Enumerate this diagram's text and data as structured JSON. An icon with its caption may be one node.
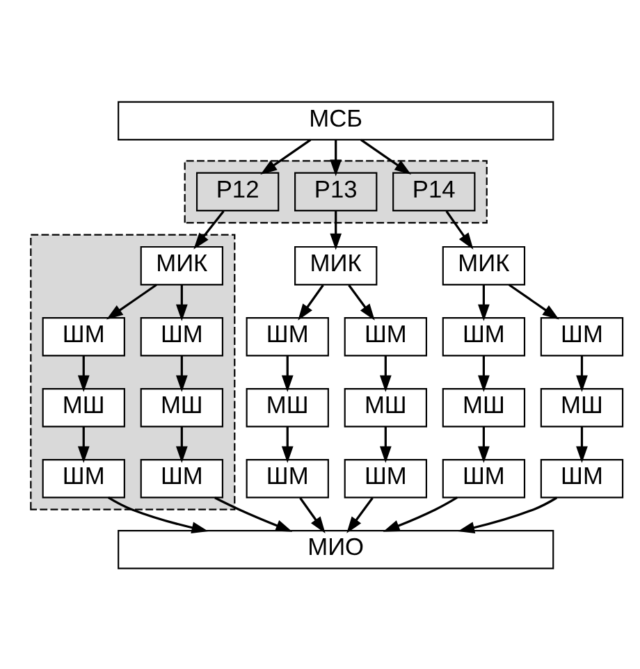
{
  "diagram": {
    "nodes": [
      {
        "text": [
          "МСБ"
        ]
      },
      {
        "text": [],
        "shape": "box"
      },
      {
        "text": [
          "Р12"
        ],
        "in": 1
      },
      {
        "text": [
          "Р13"
        ],
        "in": 1
      },
      {
        "text": [
          "Р14"
        ],
        "in": 1
      },
      {
        "text": [],
        "shape": "box"
      },
      {
        "text": [
          "МИК"
        ],
        "in": 5
      },
      {
        "text": [
          "ШМ"
        ],
        "in": 5
      },
      {
        "text": [
          "ШМ"
        ],
        "in": 5
      },
      {
        "text": [
          "МШ"
        ],
        "in": 5
      },
      {
        "text": [
          "МШ"
        ],
        "in": 5
      },
      {
        "text": [
          "ШМ"
        ],
        "in": 5
      },
      {
        "text": [
          "ШМ"
        ],
        "in": 5
      },
      {
        "text": [
          "МИК"
        ]
      },
      {
        "text": [
          "ШМ"
        ]
      },
      {
        "text": [
          "ШМ"
        ]
      },
      {
        "text": [
          "МШ"
        ]
      },
      {
        "text": [
          "МШ"
        ]
      },
      {
        "text": [
          "ШМ"
        ]
      },
      {
        "text": [
          "ШМ"
        ]
      },
      {
        "text": [
          "МИК"
        ]
      },
      {
        "text": [
          "ШМ"
        ]
      },
      {
        "text": [
          "ШМ"
        ]
      },
      {
        "text": [
          "МШ"
        ]
      },
      {
        "text": [
          "МШ"
        ]
      },
      {
        "text": [
          "ШМ"
        ]
      },
      {
        "text": [
          "ШМ"
        ]
      },
      {
        "text": [
          "МИО"
        ]
      }
    ],
    "edges": [
      {
        "from": 0,
        "to": 2,
        "arrow": "to"
      },
      {
        "from": 0,
        "to": 3,
        "arrow": "to"
      },
      {
        "from": 0,
        "to": 4,
        "arrow": "to"
      },
      {
        "from": 2,
        "to": 6,
        "arrow": "to"
      },
      {
        "from": 3,
        "to": 13,
        "arrow": "to"
      },
      {
        "from": 4,
        "to": 20,
        "arrow": "to"
      },
      {
        "from": 6,
        "to": 7,
        "arrow": "to"
      },
      {
        "from": 6,
        "to": 8,
        "arrow": "to"
      },
      {
        "from": 7,
        "to": 9,
        "arrow": "to"
      },
      {
        "from": 8,
        "to": 10,
        "arrow": "to"
      },
      {
        "from": 9,
        "to": 11,
        "arrow": "to"
      },
      {
        "from": 10,
        "to": 12,
        "arrow": "to"
      },
      {
        "from": 11,
        "to": 27,
        "arrow": "to"
      },
      {
        "from": 12,
        "to": 27,
        "arrow": "to"
      },
      {
        "from": 13,
        "to": 14,
        "arrow": "to"
      },
      {
        "from": 13,
        "to": 15,
        "arrow": "to"
      },
      {
        "from": 14,
        "to": 16,
        "arrow": "to"
      },
      {
        "from": 15,
        "to": 17,
        "arrow": "to"
      },
      {
        "from": 16,
        "to": 18,
        "arrow": "to"
      },
      {
        "from": 17,
        "to": 19,
        "arrow": "to"
      },
      {
        "from": 18,
        "to": 27,
        "arrow": "to"
      },
      {
        "from": 19,
        "to": 27,
        "arrow": "to"
      },
      {
        "from": 20,
        "to": 21,
        "arrow": "to"
      },
      {
        "from": 20,
        "to": 22,
        "arrow": "to"
      },
      {
        "from": 21,
        "to": 23,
        "arrow": "to"
      },
      {
        "from": 22,
        "to": 24,
        "arrow": "to"
      },
      {
        "from": 23,
        "to": 25,
        "arrow": "to"
      },
      {
        "from": 24,
        "to": 26,
        "arrow": "to"
      },
      {
        "from": 25,
        "to": 27,
        "arrow": "to"
      },
      {
        "from": 26,
        "to": 27,
        "arrow": "to"
      }
    ]
  }
}
